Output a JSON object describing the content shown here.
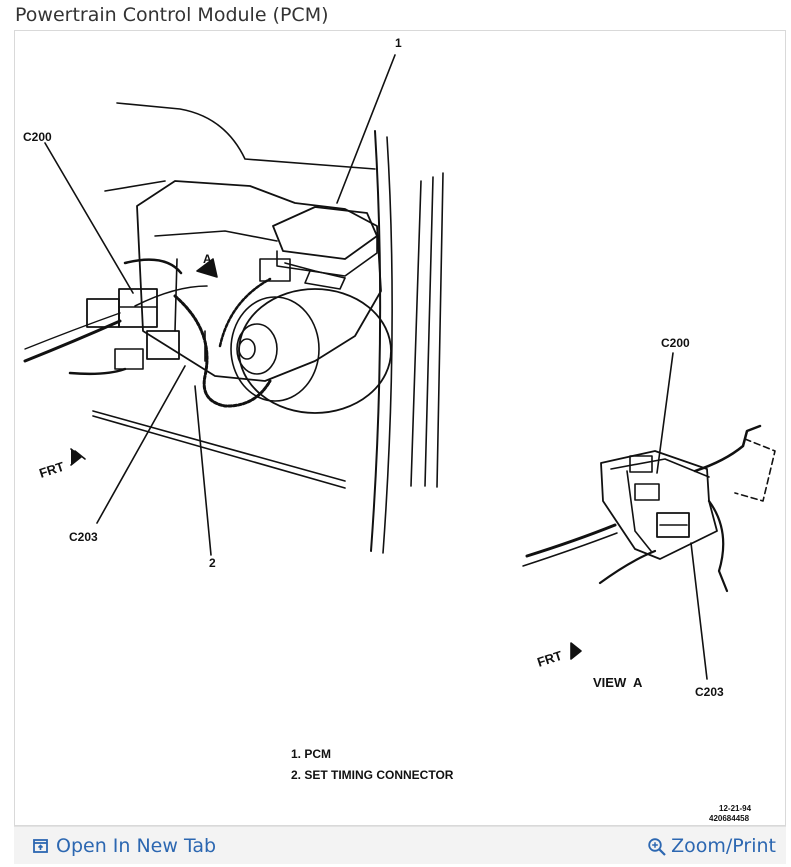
{
  "page": {
    "title": "Powertrain Control Module (PCM)"
  },
  "diagram": {
    "callouts": {
      "one": "1",
      "two": "2",
      "c200_main": "C200",
      "c203_main": "C203",
      "c200_view": "C200",
      "c203_view": "C203",
      "arrow_a": "A",
      "frt_main": "FRT",
      "frt_view": "FRT",
      "view_label": "VIEW  A"
    },
    "legend": {
      "item1": "1. PCM",
      "item2": "2. SET TIMING CONNECTOR"
    },
    "code": {
      "date": "12-21-94",
      "number": "420684458"
    }
  },
  "footer": {
    "open_label": "Open In New Tab",
    "zoom_label": "Zoom/Print",
    "open_icon": "open-in-new-tab-icon",
    "zoom_icon": "zoom-in-icon",
    "link_color": "#2c67b1"
  }
}
